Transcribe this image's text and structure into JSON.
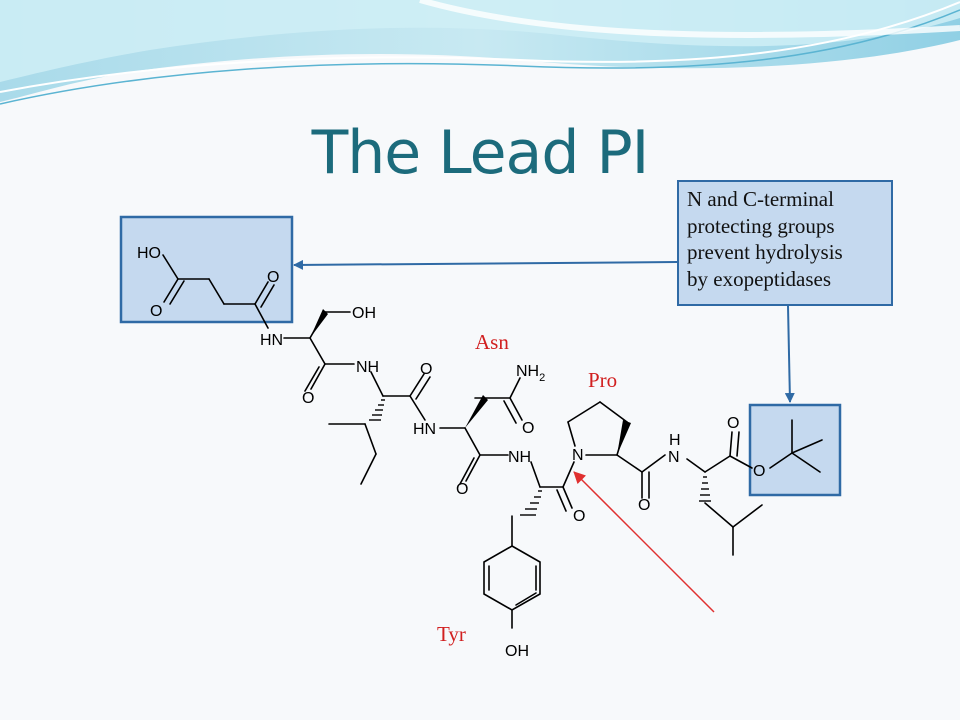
{
  "slide": {
    "title": "The Lead PI",
    "callout_lines": [
      "N and C-terminal",
      "protecting groups",
      "prevent hydrolysis",
      "by exopeptidases"
    ]
  },
  "residue_labels": {
    "asn": "Asn",
    "pro": "Pro",
    "tyr": "Tyr"
  },
  "atoms": {
    "ho": "HO",
    "o": "O",
    "oh": "OH",
    "nh": "NH",
    "hn": "HN",
    "n": "N",
    "h": "H",
    "nh2": "NH",
    "sub2": "2"
  },
  "colors": {
    "title": "#1c6b7c",
    "highlight_box_fill": "#c5d9ef",
    "highlight_box_border": "#2f6aa5",
    "blue_arrow": "#2f6aa5",
    "red_arrow": "#e03030",
    "residue_label": "#d12020"
  }
}
